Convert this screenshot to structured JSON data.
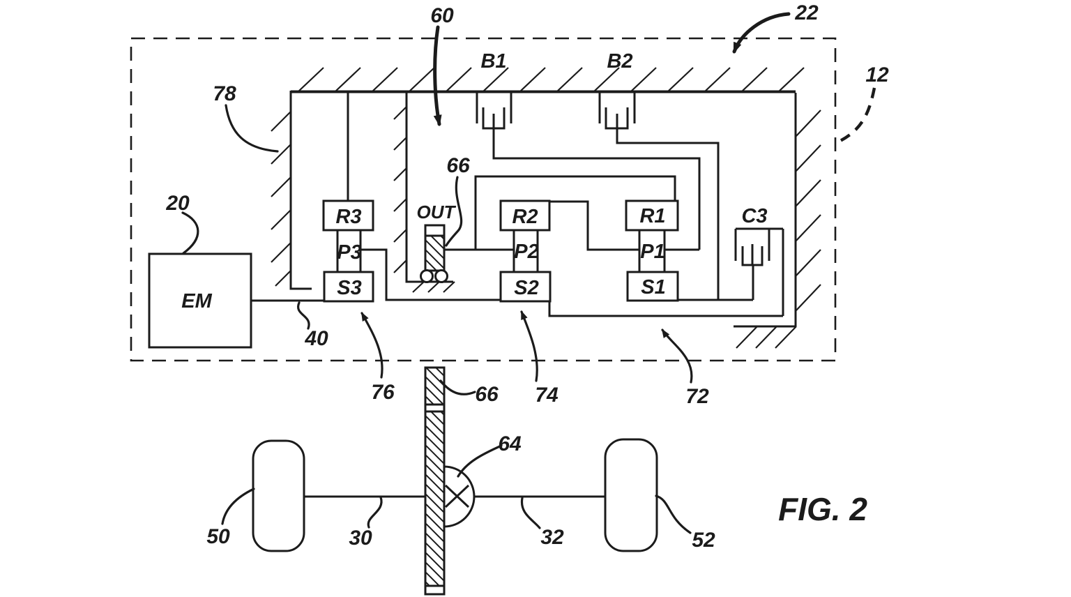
{
  "figure": {
    "caption": "FIG. 2"
  },
  "components": {
    "em": "EM",
    "out": "OUT",
    "b1": "B1",
    "b2": "B2",
    "c3": "C3",
    "r1": "R1",
    "p1": "P1",
    "s1": "S1",
    "r2": "R2",
    "p2": "P2",
    "s2": "S2",
    "r3": "R3",
    "p3": "P3",
    "s3": "S3"
  },
  "refs": {
    "transmission": "12",
    "electric_machine": "20",
    "housing": "22",
    "left_axle": "30",
    "right_axle": "32",
    "motor_shaft": "40",
    "left_wheel": "50",
    "right_wheel": "52",
    "gearbox": "60",
    "differential": "64",
    "output_shaft_upper": "66",
    "output_shaft_lower": "66",
    "shaft_72": "72",
    "shaft_74": "74",
    "shaft_76": "76",
    "housing_wall": "78"
  }
}
